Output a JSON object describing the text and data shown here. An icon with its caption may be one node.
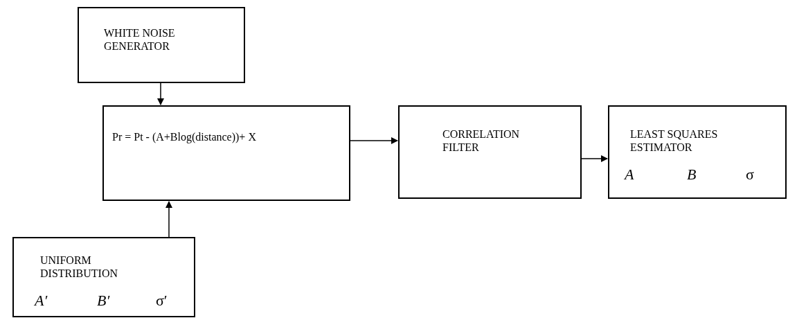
{
  "diagram": {
    "nodes": [
      {
        "text": [
          "WHITE NOISE GENERATOR"
        ]
      },
      {
        "text": [
          "Pr = Pt - (A+Blog(distance))+ X"
        ]
      },
      {
        "text": [
          "CORRELATION FILTER"
        ]
      },
      {
        "text": [
          "LEAST SQUARES ESTIMATOR",
          "A",
          "B",
          "σ"
        ]
      },
      {
        "text": [
          "UNIFORM DISTRIBUTION",
          "A′",
          "B′",
          "σ′"
        ]
      }
    ],
    "edges": [
      {
        "from": 0,
        "to": 1,
        "arrow": "to"
      },
      {
        "from": 4,
        "to": 1,
        "arrow": "to"
      },
      {
        "from": 1,
        "to": 2,
        "arrow": "to"
      },
      {
        "from": 2,
        "to": 3,
        "arrow": "to"
      }
    ]
  }
}
